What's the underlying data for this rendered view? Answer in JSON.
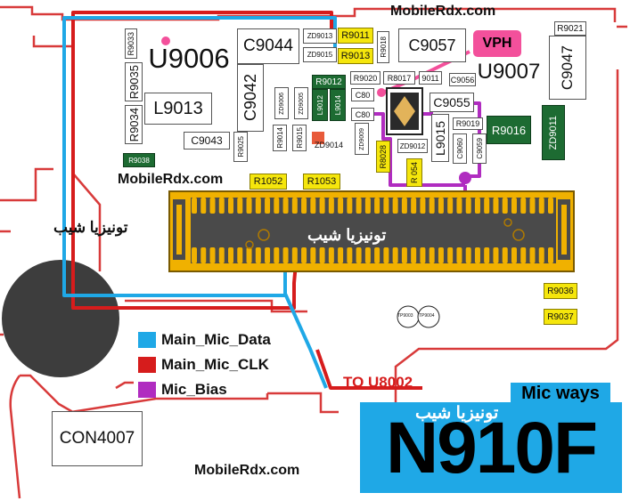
{
  "colors": {
    "mic_data": "#1fa8e6",
    "mic_clk": "#d61c1c",
    "mic_bias": "#b02cc0",
    "vph": "#f3509b",
    "board_outline": "#d83a3a",
    "title_bg": "#1fa8e6"
  },
  "watermarks": {
    "top": "MobileRdx.com",
    "mid": "MobileRdx.com",
    "bottom": "MobileRdx.com",
    "arabic_left": "تونيزيا شيب",
    "arabic_connector": "تونيزيا شيب",
    "arabic_title": "تونيزيا شيب"
  },
  "legend": [
    {
      "label": "Main_Mic_Data",
      "color": "#1fa8e6"
    },
    {
      "label": "Main_Mic_CLK",
      "color": "#d61c1c"
    },
    {
      "label": "Mic_Bias",
      "color": "#b02cc0"
    }
  ],
  "labels": {
    "vph": "VPH",
    "to_u8002": "TO U8002",
    "mic_ways": "Mic ways",
    "model": "N910F",
    "con": "CON4007",
    "tp1": "TP9003",
    "tp2": "TP9004"
  },
  "components": {
    "u9006": "U9006",
    "u9007": "U9007",
    "c9044": "C9044",
    "c9057": "C9057",
    "c9047": "C9047",
    "c9042": "C9042",
    "l9013": "L9013",
    "c9043": "C9043",
    "c9055": "C9055",
    "c9056": "C9056",
    "c9060": "C9060",
    "c9059": "C9059",
    "l9015": "L9015",
    "r9033": "R9033",
    "r9035": "R9035",
    "r9034": "R9034",
    "r9025": "R9025",
    "r9014": "R9014",
    "r9015": "R9015",
    "r9011": "R9011",
    "r9013": "R9013",
    "r9018": "R9018",
    "r9020": "R9020",
    "r8017": "R8017",
    "r9012": "R9012",
    "r9019": "R9019",
    "r9016": "R9016",
    "r9021": "R9021",
    "r8028": "R8028",
    "r9054": "R 054",
    "r1052": "R1052",
    "r1053": "R1053",
    "r9036": "R9036",
    "r9037": "R9037",
    "r9038": "R9038",
    "zd9013": "ZD9013",
    "zd9015": "ZD9015",
    "zd9006": "ZD9006",
    "zd9005": "ZD9005",
    "zd9009": "ZD9009",
    "zd9012": "ZD9012",
    "zd9014": "ZD9014",
    "zd9011": "ZD9011",
    "l9012": "L9012",
    "l9014": "L9014",
    "c80_a": "C80",
    "c80_b": "C80",
    "r9011b": "9011",
    "r9013b": "ZD9013"
  }
}
